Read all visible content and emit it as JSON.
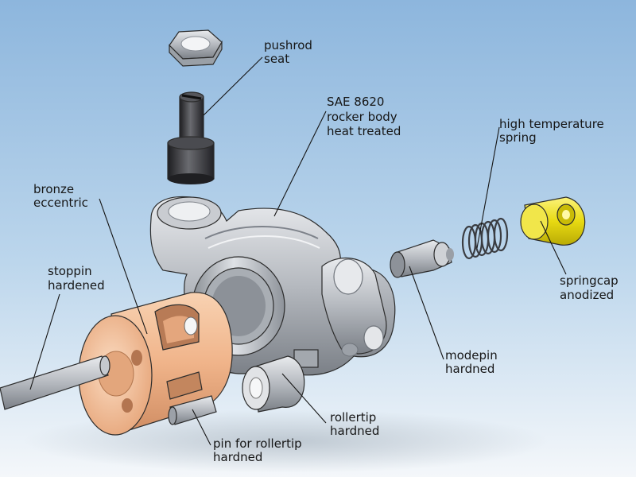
{
  "labels": {
    "pushrod_seat": [
      "pushrod",
      "seat"
    ],
    "rocker_body": [
      "SAE 8620",
      "rocker body",
      "heat treated"
    ],
    "spring": [
      "high temperature",
      "spring"
    ],
    "eccentric": [
      "bronze",
      "eccentric"
    ],
    "stoppin": [
      "stoppin",
      "hardened"
    ],
    "springcap": [
      "springcap",
      "anodized"
    ],
    "modepin": [
      "modepin",
      "hardned"
    ],
    "rollertip": [
      "rollertip",
      "hardned"
    ],
    "rollertip_pin": [
      "pin for rollertip",
      "hardned"
    ]
  },
  "colors": {
    "background_top": "#8fb8de",
    "background_bottom": "#f2f6fa",
    "steel": "#b9bdc3",
    "dark_steel": "#3a3a3e",
    "bronze": "#f2b98f",
    "anodized": "#e5d80f",
    "leader": "#151515"
  }
}
